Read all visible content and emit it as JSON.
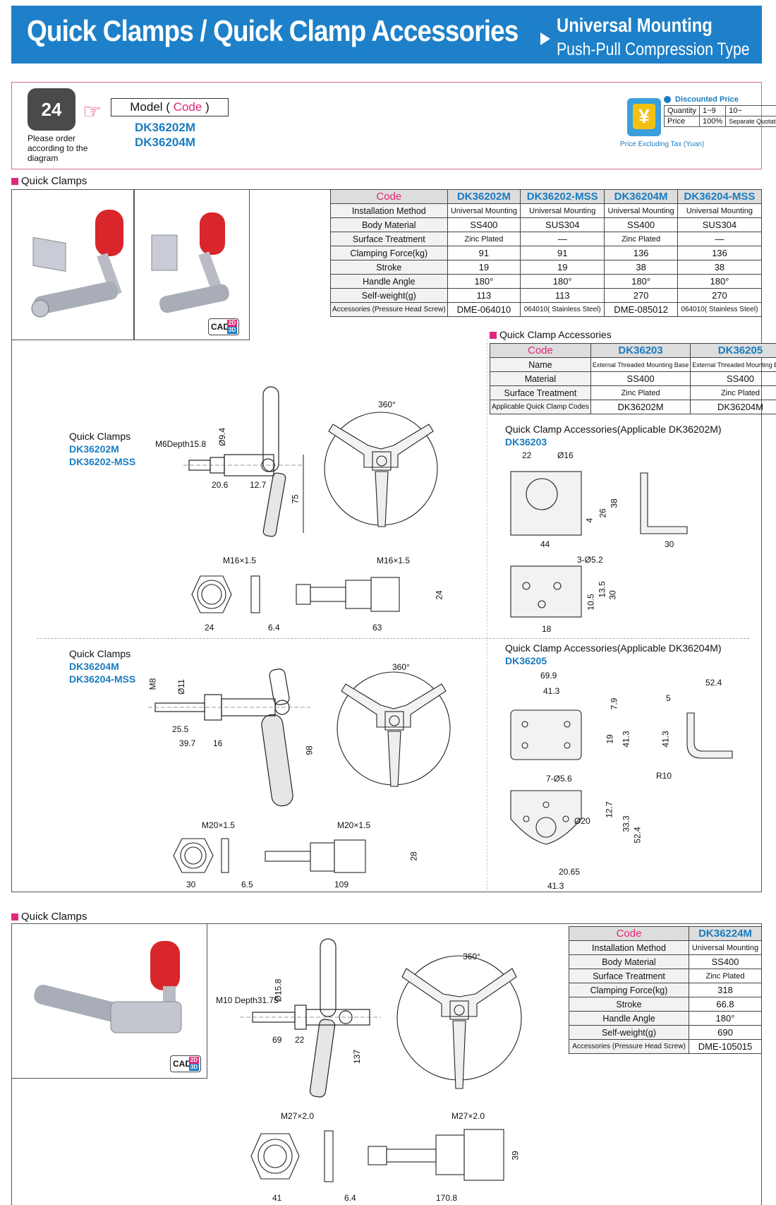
{
  "header": {
    "title": "Quick Clamps / Quick Clamp Accessories",
    "subtitle1": "Universal Mounting",
    "subtitle2": "Push-Pull Compression Type"
  },
  "order": {
    "phone_num": "24",
    "hint": "Please order according to the diagram",
    "model_label": "Model (",
    "model_code": "Code",
    "model_close": ")",
    "codes": [
      "DK36202M",
      "DK36204M"
    ]
  },
  "price": {
    "discounted": "Discounted Price",
    "rows": [
      [
        "Quantity",
        "1~9",
        "10~"
      ],
      [
        "Price",
        "100%",
        "Separate Quotation"
      ]
    ],
    "note": "Price Excluding Tax (Yuan)",
    "yen": "¥"
  },
  "section1": {
    "title": "Quick Clamps",
    "table": {
      "header": [
        "Code",
        "DK36202M",
        "DK36202-MSS",
        "DK36204M",
        "DK36204-MSS"
      ],
      "rows": [
        [
          "Installation Method",
          "Universal Mounting",
          "Universal Mounting",
          "Universal Mounting",
          "Universal Mounting"
        ],
        [
          "Body Material",
          "SS400",
          "SUS304",
          "SS400",
          "SUS304"
        ],
        [
          "Surface Treatment",
          "Zinc Plated",
          "—",
          "Zinc Plated",
          "—"
        ],
        [
          "Clamping Force(kg)",
          "91",
          "91",
          "136",
          "136"
        ],
        [
          "Stroke",
          "19",
          "19",
          "38",
          "38"
        ],
        [
          "Handle Angle",
          "180°",
          "180°",
          "180°",
          "180°"
        ],
        [
          "Self-weight(g)",
          "113",
          "113",
          "270",
          "270"
        ],
        [
          "Accessories (Pressure Head Screw)",
          "DME-064010",
          "064010( Stainless Steel)",
          "DME-085012",
          "064010( Stainless Steel)"
        ]
      ]
    },
    "cad": "CAD",
    "cad2d": "2D",
    "cad3d": "3D"
  },
  "accessories": {
    "title": "Quick Clamp Accessories",
    "table": {
      "header": [
        "Code",
        "DK36203",
        "DK36205"
      ],
      "rows": [
        [
          "Name",
          "External Threaded Mounting Base",
          "External Threaded Mounting Base"
        ],
        [
          "Material",
          "SS400",
          "SS400"
        ],
        [
          "Surface Treatment",
          "Zinc Plated",
          "Zinc Plated"
        ],
        [
          "Applicable Quick Clamp Codes",
          "DK36202M",
          "DK36204M"
        ]
      ]
    }
  },
  "drawing1": {
    "label": "Quick Clamps",
    "codes": [
      "DK36202M",
      "DK36202-MSS"
    ],
    "dims": {
      "thread": "M6Depth15.8",
      "dia": "Ø9.4",
      "d1": "20.6",
      "d2": "12.7",
      "h": "75",
      "nut_thread": "M16×1.5",
      "nut_w": "24",
      "nut_t": "6.4",
      "body_thread": "M16×1.5",
      "body_h": "24",
      "body_l": "63",
      "angle": "360°"
    }
  },
  "acc1": {
    "label": "Quick Clamp Accessories(Applicable DK36202M)",
    "code": "DK36203",
    "dims": {
      "a": "22",
      "b": "Ø16",
      "c": "44",
      "d": "4",
      "e": "26",
      "f": "38",
      "g": "30",
      "h": "3-Ø5.2",
      "i": "10.5",
      "j": "13.5",
      "k": "30",
      "l": "18"
    }
  },
  "drawing2": {
    "label": "Quick Clamps",
    "codes": [
      "DK36204M",
      "DK36204-MSS"
    ],
    "dims": {
      "thread": "M8",
      "dia": "Ø11",
      "d1": "25.5",
      "d2": "39.7",
      "d3": "16",
      "h": "98",
      "nut_thread": "M20×1.5",
      "nut_w": "30",
      "nut_t": "6.5",
      "body_thread": "M20×1.5",
      "body_h": "28",
      "body_l": "109",
      "angle": "360°"
    }
  },
  "acc2": {
    "label": "Quick Clamp Accessories(Applicable DK36204M)",
    "code": "DK36205",
    "dims": {
      "a": "69.9",
      "b": "41.3",
      "c": "7.9",
      "d": "19",
      "e": "41.3",
      "f": "7-Ø5.6",
      "g": "52.4",
      "h": "5",
      "i": "41.3",
      "j": "R10",
      "k": "12.7",
      "l": "Ø20",
      "m": "33.3",
      "n": "52.4",
      "o": "20.65",
      "p": "41.3"
    }
  },
  "section2": {
    "title": "Quick Clamps",
    "table": {
      "header": [
        "Code",
        "DK36224M"
      ],
      "rows": [
        [
          "Installation Method",
          "Universal Mounting"
        ],
        [
          "Body Material",
          "SS400"
        ],
        [
          "Surface Treatment",
          "Zinc Plated"
        ],
        [
          "Clamping Force(kg)",
          "318"
        ],
        [
          "Stroke",
          "66.8"
        ],
        [
          "Handle Angle",
          "180°"
        ],
        [
          "Self-weight(g)",
          "690"
        ],
        [
          "Accessories (Pressure Head Screw)",
          "DME-105015"
        ]
      ]
    },
    "dims": {
      "thread": "M10 Depth31.75",
      "dia": "Ø15.8",
      "d1": "69",
      "d2": "22",
      "h": "137",
      "nut_thread": "M27×2.0",
      "nut_w": "41",
      "nut_t": "6.4",
      "body_thread": "M27×2.0",
      "body_h": "39",
      "body_l": "170.8",
      "angle": "360°"
    }
  },
  "colors": {
    "brand_blue": "#1d80c8",
    "code_blue": "#1a7cc0",
    "accent_pink": "#e0297a",
    "handle_red": "#d8262a"
  }
}
